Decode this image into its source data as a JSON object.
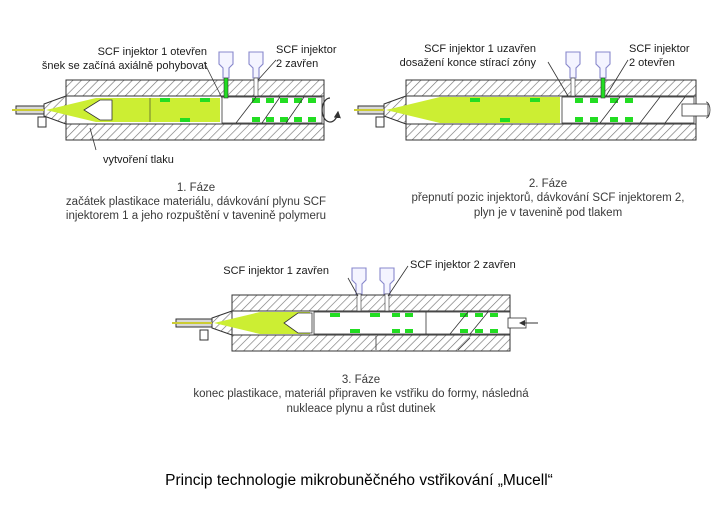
{
  "figure_title": "Princip technologie mikrobuněčného vstřikování „Mucell“",
  "phases": [
    {
      "label_a": [
        "SCF injektor 1 otevřen",
        "šnek se začíná axiálně pohybovat"
      ],
      "label_b": [
        "SCF injektor",
        "2 zavřen"
      ],
      "label_c": "vytvoření tlaku",
      "caption": [
        "1. Fáze",
        "začátek plastikace materiálu, dávkování plynu SCF",
        "injektorem 1 a jeho rozpuštění v tavenině polymeru"
      ]
    },
    {
      "label_a": [
        "SCF injektor 1 uzavřen",
        "dosažení konce stírací zóny"
      ],
      "label_b": [
        "SCF injektor",
        "2 otevřen"
      ],
      "caption": [
        "2. Fáze",
        "přepnutí pozic injektorů, dávkování SCF injektorem 2,",
        "plyn je v tavenině pod tlakem"
      ]
    },
    {
      "label_a": [
        "SCF injektor 1 zavřen"
      ],
      "label_b": [
        "SCF injektor 2 zavřen"
      ],
      "caption": [
        "3. Fáze",
        "konec plastikace, materiál připraven ke vstřiku do formy, následná",
        "nukleace plynu a růst dutinek"
      ]
    }
  ],
  "colors": {
    "melt": "#ccee33",
    "gas": "#22dd22",
    "injector": "#8888cc",
    "barrel_hatch": "#777777",
    "outline": "#333333"
  }
}
